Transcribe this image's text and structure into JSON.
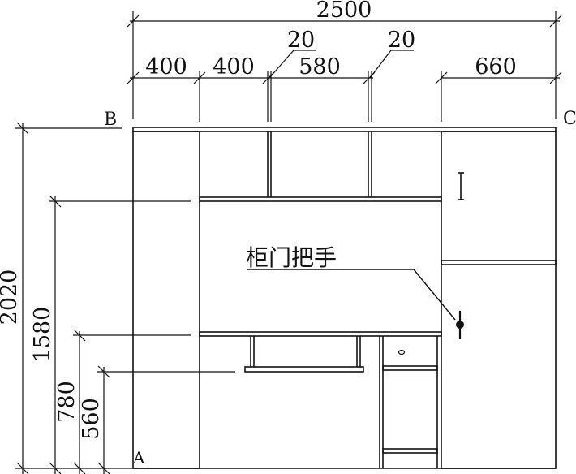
{
  "title": "",
  "dimensions": {
    "overall_width": "2500",
    "seg_1": "400",
    "seg_2": "400",
    "gap_left": "20",
    "seg_center": "580",
    "gap_right": "20",
    "seg_right": "660",
    "height_total": "2020",
    "height_shelf": "1580",
    "height_desk": "780",
    "height_keyboard": "560"
  },
  "points": {
    "a": "A",
    "b": "B",
    "c": "C"
  },
  "callout": {
    "handle_label": "柜门把手"
  },
  "colors": {
    "line": "#111111",
    "background": "#ffffff"
  }
}
